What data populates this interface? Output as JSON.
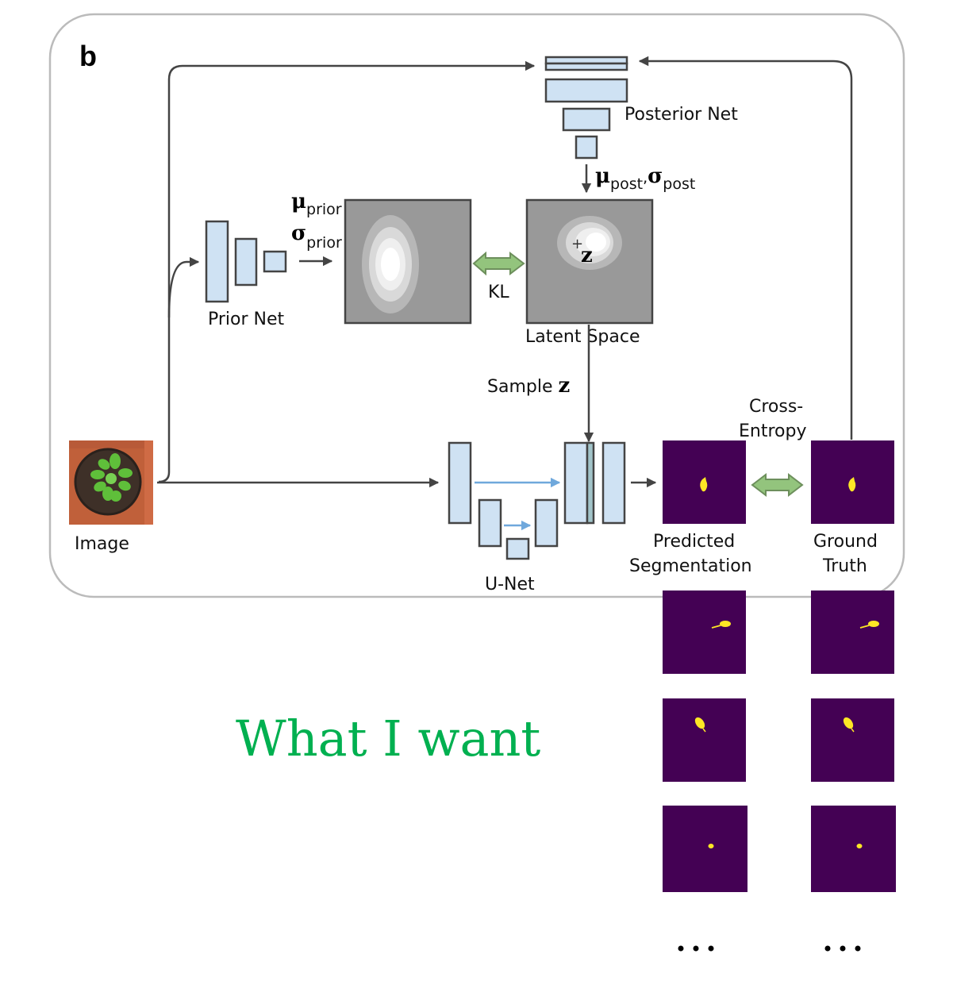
{
  "panel_label": "b",
  "labels": {
    "posterior_net": "Posterior Net",
    "prior_net": "Prior Net",
    "mu": "μ",
    "sigma": "σ",
    "prior_sub": "prior",
    "post_sub": "post",
    "comma": ",",
    "kl": "KL",
    "latent_space": "Latent Space",
    "z": "z",
    "plus": "+",
    "sample_z_prefix": "Sample ",
    "sample_z_var": "z",
    "cross_entropy_line1": "Cross-",
    "cross_entropy_line2": "Entropy",
    "image": "Image",
    "unet": "U-Net",
    "predicted_line1": "Predicted",
    "predicted_line2": "Segmentation",
    "ground_line1": "Ground",
    "ground_line2": "Truth",
    "annotation": "What I want",
    "ellipsis_left": "•••",
    "ellipsis_right": "•••"
  },
  "colors": {
    "block_fill": "#cfe2f3",
    "latent_bg": "#999999",
    "seg_bg": "#440154",
    "seg_fg": "#fde725",
    "double_arrow": "#93c47d",
    "skip_arrow": "#6fa8dc",
    "annotation": "#00b050",
    "z_concat": "#a2c4c9"
  },
  "segmentation_pairs": [
    {
      "row": "training",
      "shape": "drop"
    },
    {
      "row": 1,
      "shape": "leaf-with-stem-left"
    },
    {
      "row": 2,
      "shape": "leaf-diagonal"
    },
    {
      "row": 3,
      "shape": "small-dot"
    }
  ]
}
